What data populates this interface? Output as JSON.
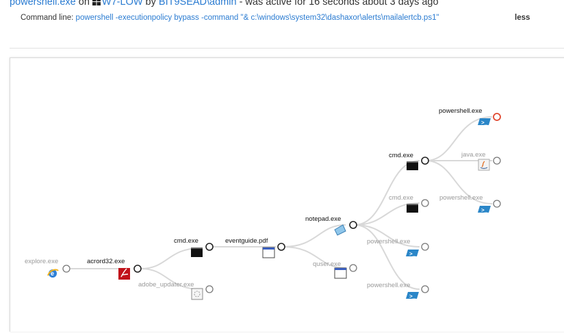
{
  "header": {
    "process": "powershell.exe",
    "on": " on ",
    "host": "W7-LOW",
    "by": " by ",
    "user": "BIT9SEAD\\admin",
    "summary": " - was active for 16 seconds about 3 days ago"
  },
  "command": {
    "label": "Command line: ",
    "value": "powershell -executionpolicy bypass -command \"& c:\\windows\\system32\\dashaxor\\alerts\\mailalertcb.ps1\"",
    "toggle": "less"
  },
  "tree": {
    "nodes": [
      {
        "id": "explore",
        "label": "explore.exe",
        "icon": "ie-icon",
        "dim": true
      },
      {
        "id": "acrord32",
        "label": "acrord32.exe",
        "icon": "pdf-icon",
        "dim": false
      },
      {
        "id": "cmd1",
        "label": "cmd.exe",
        "icon": "console-icon",
        "dim": false
      },
      {
        "id": "adobe_updater",
        "label": "adobe_updater.exe",
        "icon": "updater-icon",
        "dim": true
      },
      {
        "id": "eventguide",
        "label": "eventguide.pdf",
        "icon": "window-icon",
        "dim": false
      },
      {
        "id": "notepad",
        "label": "notepad.exe",
        "icon": "notepad-icon",
        "dim": false
      },
      {
        "id": "quser",
        "label": "quser.exe",
        "icon": "window-icon",
        "dim": true
      },
      {
        "id": "cmd2",
        "label": "cmd.exe",
        "icon": "console-icon",
        "dim": false
      },
      {
        "id": "cmd3",
        "label": "cmd.exe",
        "icon": "console-icon",
        "dim": true
      },
      {
        "id": "ps_a",
        "label": "powershell.exe",
        "icon": "powershell-icon",
        "dim": true
      },
      {
        "id": "ps_b",
        "label": "powershell.exe",
        "icon": "powershell-icon",
        "dim": true
      },
      {
        "id": "ps_selected",
        "label": "powershell.exe",
        "icon": "powershell-icon",
        "dim": false,
        "selected": true
      },
      {
        "id": "java",
        "label": "java.exe",
        "icon": "java-icon",
        "dim": true
      },
      {
        "id": "ps_c",
        "label": "powershell.exe",
        "icon": "powershell-icon",
        "dim": true
      }
    ]
  },
  "colors": {
    "link": "#2a7bd1",
    "edge": "#d8d8d8",
    "selected_node": "#e0472f",
    "node_stroke": "#333333"
  }
}
